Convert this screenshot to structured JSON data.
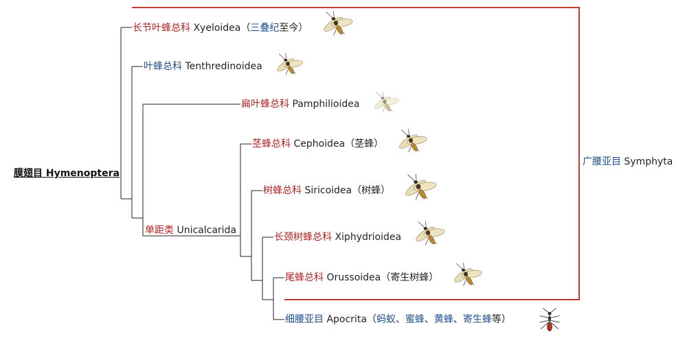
{
  "root": {
    "cn": "膜翅目",
    "latin": "Hymenoptera"
  },
  "taxa": {
    "xyeloidea": {
      "cn": "长节叶蜂总科",
      "latin": "Xyeloidea",
      "note_open": "（",
      "note_blue": "三叠纪",
      "note_rest": "至今）"
    },
    "tenthredinoidea": {
      "cn": "叶蜂总科",
      "latin": "Tenthredinoidea"
    },
    "pamphilioidea": {
      "cn": "扁叶蜂总科",
      "latin": "Pamphilioidea"
    },
    "cephoidea": {
      "cn": "茎蜂总科",
      "latin": "Cephoidea",
      "note": "（茎蜂）"
    },
    "siricoidea": {
      "cn": "树蜂总科",
      "latin": "Siricoidea",
      "note": "（树蜂）"
    },
    "xiphydrioidea": {
      "cn": "长颈树蜂总科",
      "latin": "Xiphydrioidea"
    },
    "orussoidea": {
      "cn": "尾蜂总科",
      "latin": "Orussoidea",
      "note": "（寄生树蜂）"
    },
    "apocrita": {
      "cn": "细腰亚目",
      "latin": "Apocrita",
      "note_open": "（",
      "items": [
        "蚂蚁",
        "蜜蜂",
        "黄蜂",
        "寄生蜂"
      ],
      "sep": "、",
      "note_end": "等）"
    }
  },
  "unicalcarida": {
    "cn": "单距类",
    "latin": "Unicalcarida"
  },
  "symphyta": {
    "cn": "广腰亚目",
    "latin": "Symphyta"
  },
  "colors": {
    "red": "#b22222",
    "blue": "#1f4e8c",
    "line": "#222222",
    "bracket": "#c0392b"
  },
  "icons": [
    "wasp-icon",
    "sawfly-icon",
    "wasp-icon",
    "wasp-icon",
    "horntail-icon",
    "wasp-icon",
    "wasp-icon",
    "ant-icon"
  ]
}
